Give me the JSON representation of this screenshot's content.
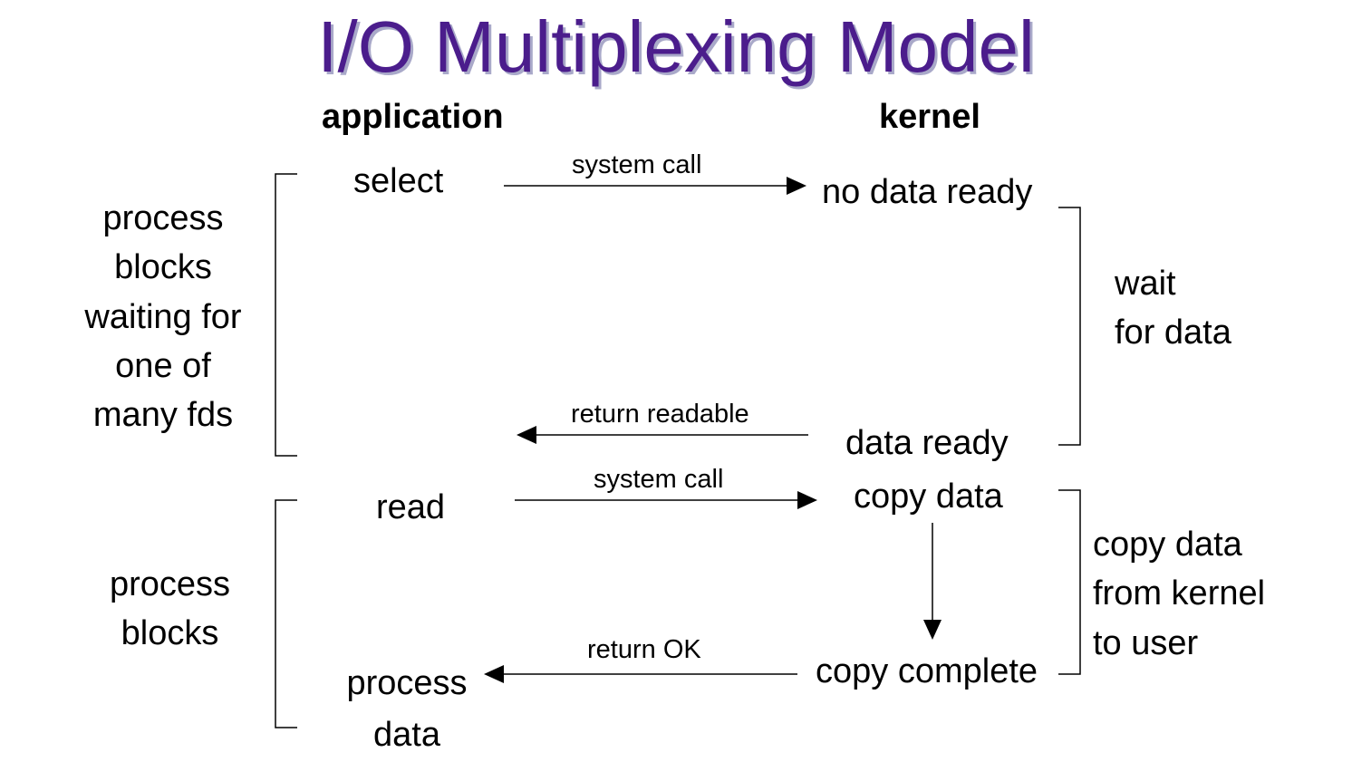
{
  "title": "I/O Multiplexing Model",
  "colors": {
    "title": "#4b1d8c",
    "title_shadow": "#a9a9c9",
    "ink": "#000000"
  },
  "headers": {
    "application": "application",
    "kernel": "kernel"
  },
  "application": {
    "select": "select",
    "read": "read",
    "process_data": [
      "process",
      "data"
    ]
  },
  "kernel": {
    "no_data_ready": "no data ready",
    "data_ready": "data ready",
    "copy_data": "copy data",
    "copy_complete": "copy complete"
  },
  "arrows": {
    "system_call_1": "system call",
    "return_readable": "return readable",
    "system_call_2": "system call",
    "return_ok": "return OK"
  },
  "left_notes": {
    "phase1": [
      "process",
      "blocks",
      "waiting for",
      "one of",
      "many fds"
    ],
    "phase2": [
      "process",
      "blocks"
    ]
  },
  "right_notes": {
    "phase1": [
      "wait",
      "for data"
    ],
    "phase2": [
      "copy data",
      "from kernel",
      "to user"
    ]
  }
}
